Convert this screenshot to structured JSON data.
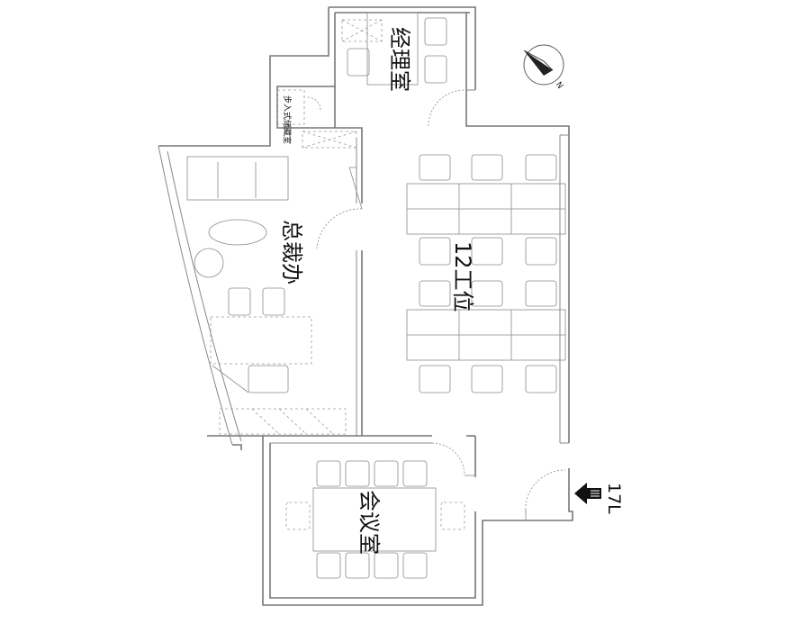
{
  "rooms": {
    "manager": "经理室",
    "ceo": "总裁办",
    "workstations": "12工位",
    "meeting": "会议室",
    "storage": "步入式储藏室"
  },
  "entrance": "17L",
  "north": "N",
  "colors": {
    "wall": "#777777",
    "furniture": "#8a8a8a",
    "text": "#111111"
  }
}
